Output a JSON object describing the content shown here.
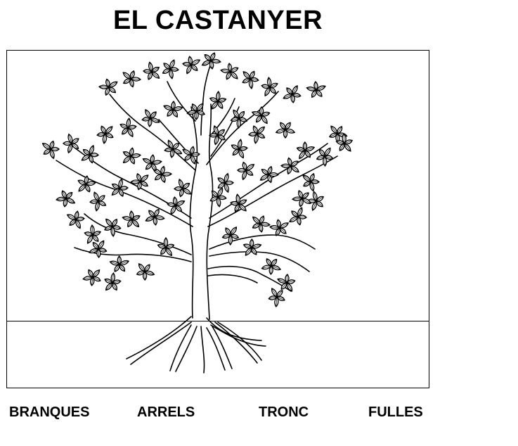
{
  "worksheet": {
    "title": "EL CASTANYER",
    "word_bank": [
      "BRANQUES",
      "ARRELS",
      "TRONC",
      "FULLES"
    ]
  },
  "illustration": {
    "subject-icon": "chestnut-tree-drawing",
    "stroke_color": "#000000",
    "fill_color": "#ffffff"
  }
}
